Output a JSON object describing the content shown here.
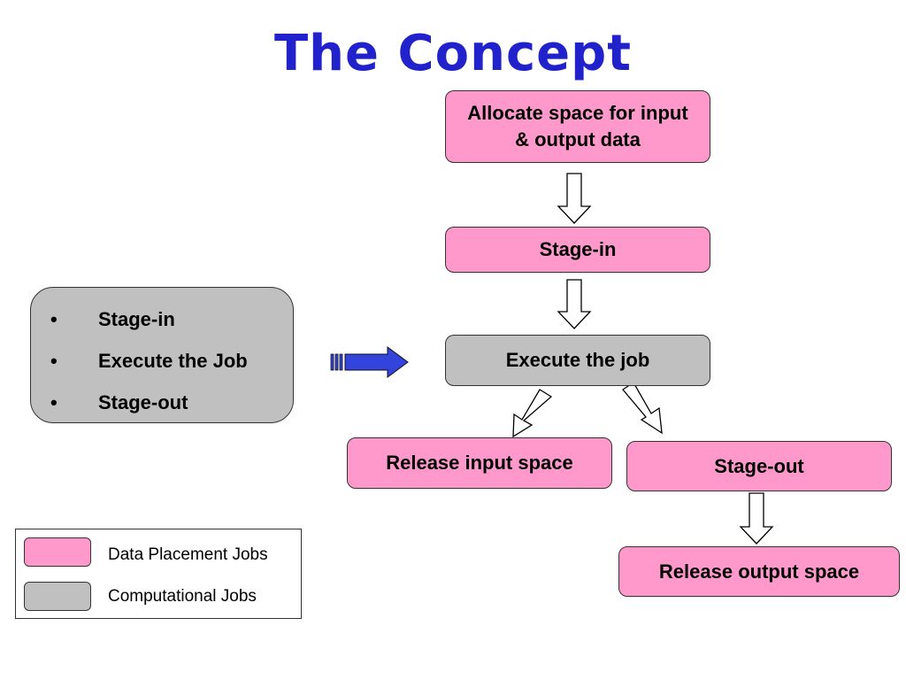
{
  "title": "The Concept",
  "colors": {
    "title": "#2222cc",
    "data_placement": "#ff99cc",
    "computational": "#c0c0c0",
    "transition_arrow": "#3344dd"
  },
  "flow": {
    "allocate": "Allocate space for input & output data",
    "stage_in": "Stage-in",
    "execute": "Execute the job",
    "release_input": "Release input space",
    "stage_out": "Stage-out",
    "release_output": "Release output space"
  },
  "summary": {
    "bullet": "•",
    "items": [
      "Stage-in",
      "Execute the Job",
      "Stage-out"
    ]
  },
  "legend": {
    "data_placement": "Data Placement Jobs",
    "computational": "Computational Jobs"
  }
}
